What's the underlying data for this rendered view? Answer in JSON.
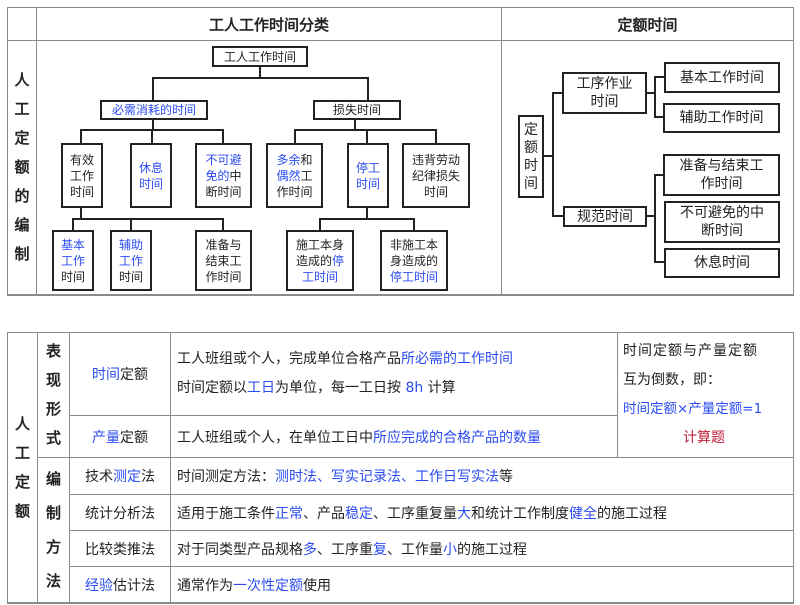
{
  "top_table": {
    "left_label": "人工定额的编制",
    "header_main": "工人工作时间分类",
    "header_right": "定额时间",
    "tree": {
      "root": "工人工作时间",
      "necessary": "必需消耗的时间",
      "loss": "损失时间",
      "effective": "有效工作时间",
      "rest": "休息时间",
      "unavoidable_a": "不可避免的",
      "unavoidable_b": "中断时间",
      "redundant_a": "多余",
      "redundant_b": "和",
      "redundant_c": "偶然",
      "redundant_d": "工作时间",
      "stop": "停工时间",
      "violate": "违背劳动纪律损失时间",
      "basic_a": "基本工作",
      "basic_b": "时间",
      "aux_a": "辅助工作",
      "aux_b": "时间",
      "prep": "准备与结束工作时间",
      "stop_self_a": "施工本身造成的",
      "stop_self_b": "停工时间",
      "stop_other_a": "非施工本身造成的",
      "stop_other_b": "停工时间"
    },
    "quota_tree": {
      "root": "定额时间",
      "process": "工序作业时间",
      "normative": "规范时间",
      "basic": "基本工作时间",
      "aux": "辅助工作时间",
      "prep": "准备与结束工作时间",
      "unavoidable": "不可避免的中断时间",
      "rest": "休息时间"
    }
  },
  "bottom_table": {
    "left_label": "人工定额",
    "group1_label": "表现形式",
    "group2_label": "编制方法",
    "rows": [
      {
        "name_hl": "时间",
        "name_rest": "定额",
        "line1_a": "工人班组或个人，完成单位合格产品",
        "line1_b": "所必需的工作时间",
        "line2_a": "时间定额以",
        "line2_b": "工日",
        "line2_c": "为单位，每一工日按 ",
        "line2_d": "8h",
        "line2_e": " 计算"
      },
      {
        "name_hl": "产量",
        "name_rest": "定额",
        "line1_a": "工人班组或个人，在单位工日中",
        "line1_b": "所应完成的合格产品的数量"
      },
      {
        "name_a": "技术",
        "name_hl": "测定",
        "name_c": "法",
        "desc_a": "时间测定方法：",
        "desc_b": "测时法、写实记录法、工作日写实法",
        "desc_c": "等"
      },
      {
        "name": "统计分析法",
        "desc": [
          {
            "t": "适用于施工条件",
            "hl": false
          },
          {
            "t": "正常",
            "hl": true
          },
          {
            "t": "、产品",
            "hl": false
          },
          {
            "t": "稳定",
            "hl": true
          },
          {
            "t": "、工序重复量",
            "hl": false
          },
          {
            "t": "大",
            "hl": true
          },
          {
            "t": "和统计工作制度",
            "hl": false
          },
          {
            "t": "健全",
            "hl": true
          },
          {
            "t": "的施工过程",
            "hl": false
          }
        ]
      },
      {
        "name": "比较类推法",
        "desc": [
          {
            "t": "对于同类型产品规格",
            "hl": false
          },
          {
            "t": "多",
            "hl": true
          },
          {
            "t": "、工序重",
            "hl": false
          },
          {
            "t": "复",
            "hl": true
          },
          {
            "t": "、工作量",
            "hl": false
          },
          {
            "t": "小",
            "hl": true
          },
          {
            "t": "的施工过程",
            "hl": false
          }
        ]
      },
      {
        "name_hl": "经验",
        "name_rest": "估计法",
        "desc_a": "通常作为",
        "desc_b": "一次性定额",
        "desc_c": "使用"
      }
    ],
    "note": {
      "line1": "时间定额与产量定额",
      "line2": "互为倒数，即：",
      "formula": "时间定额×产量定额=1",
      "tag": "计算题"
    }
  },
  "colors": {
    "highlight": "#2b4cf0",
    "tag": "#c0203a",
    "border": "#8a8a8a"
  }
}
